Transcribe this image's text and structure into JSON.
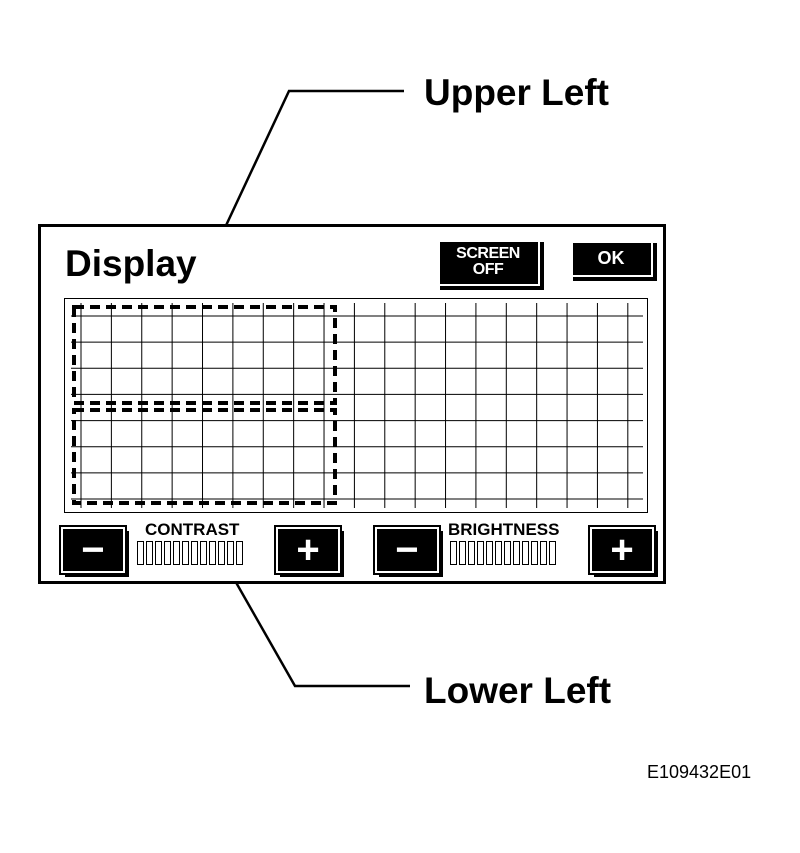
{
  "callouts": {
    "upper": "Upper Left",
    "lower": "Lower Left"
  },
  "panel": {
    "title": "Display",
    "screen_off": [
      "SCREEN",
      "OFF"
    ],
    "ok": "OK"
  },
  "grid": {
    "columns": 19,
    "rows": 8
  },
  "controls": {
    "contrast": {
      "label": "CONTRAST",
      "minus": "−",
      "plus": "+",
      "segments": 12
    },
    "brightness": {
      "label": "BRIGHTNESS",
      "minus": "−",
      "plus": "+",
      "segments": 12
    }
  },
  "figure_id": "E109432E01"
}
